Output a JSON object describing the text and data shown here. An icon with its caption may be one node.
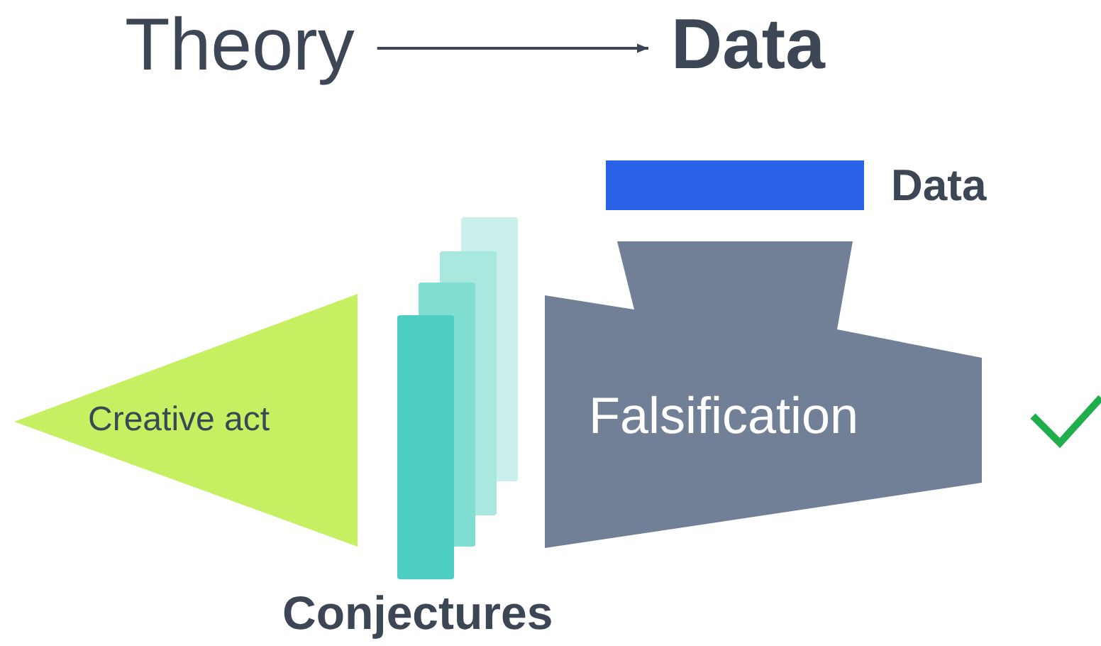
{
  "diagram": {
    "nodes": [
      {
        "text": [
          "Theory"
        ]
      },
      {
        "text": [
          "Data"
        ]
      },
      {
        "text": [
          "Creative act"
        ]
      },
      {
        "text": [
          "Conjectures"
        ]
      },
      {
        "text": [],
        "shape": "bar",
        "beside": [
          "Data"
        ]
      },
      {
        "text": [
          "Falsification"
        ]
      }
    ],
    "edges": [
      {
        "from": 0,
        "to": 1,
        "arrow": "to"
      }
    ]
  }
}
